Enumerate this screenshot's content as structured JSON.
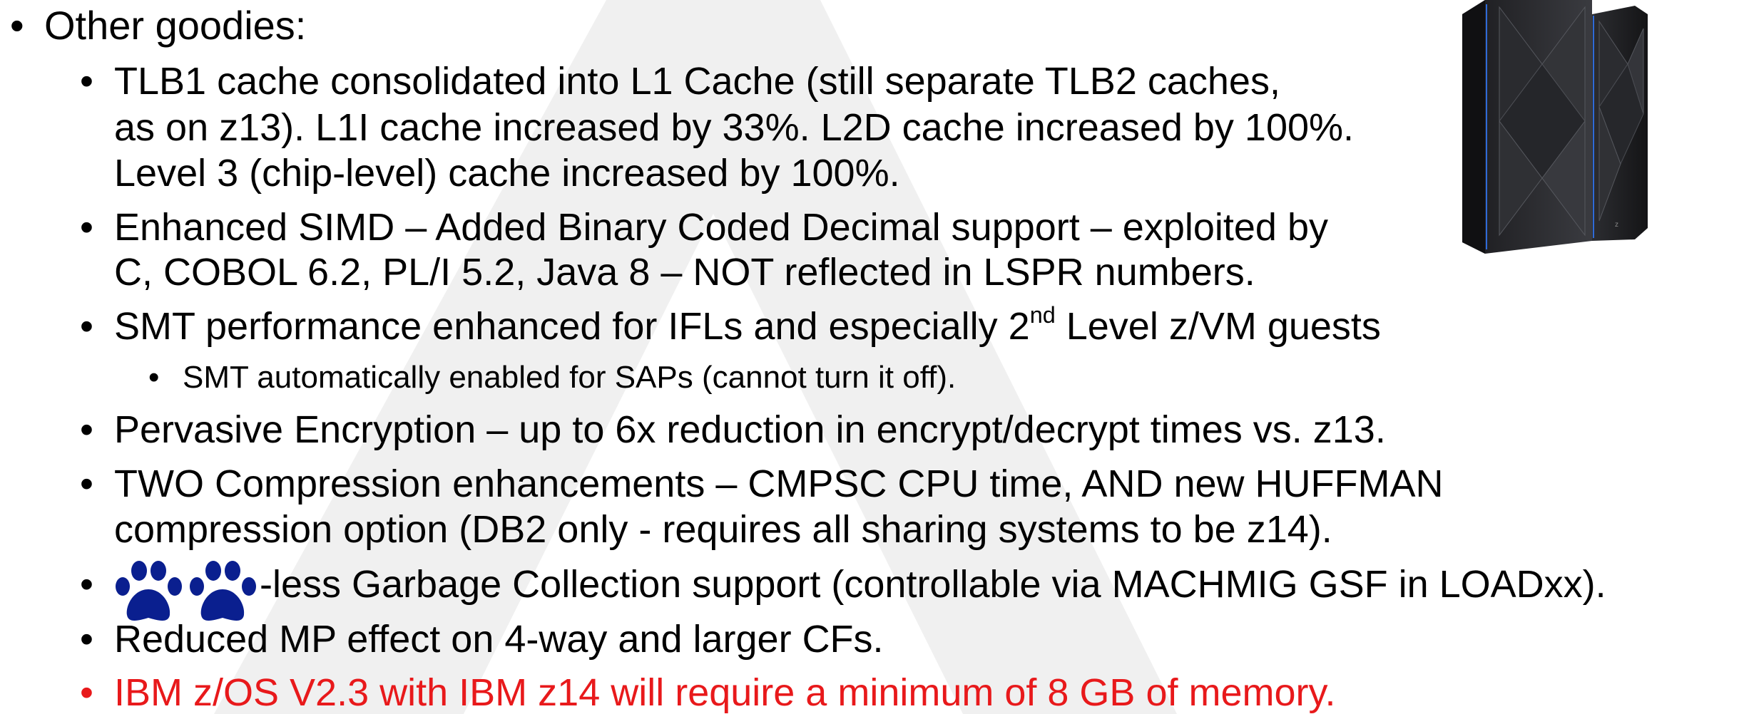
{
  "bullets": {
    "level1": "•",
    "level2": "•",
    "level3": "•"
  },
  "heading": "Other goodies:",
  "items": {
    "tlb": {
      "line1": "TLB1 cache consolidated into L1 Cache (still separate TLB2 caches,",
      "line2": "as on z13). L1I cache increased by 33%. L2D cache increased by 100%.",
      "line3": "Level 3 (chip-level) cache increased by 100%."
    },
    "simd": {
      "line1": "Enhanced SIMD – Added Binary Coded Decimal support – exploited by",
      "line2": "C, COBOL 6.2, PL/I 5.2, Java 8 – NOT reflected in LSPR numbers."
    },
    "smt": {
      "before": "SMT performance enhanced  for IFLs and especially 2",
      "sup": "nd",
      "after": " Level z/VM guests",
      "sub": "SMT automatically enabled for SAPs (cannot turn it off)."
    },
    "encryption": "Pervasive Encryption – up to 6x reduction in encrypt/decrypt times vs. z13.",
    "compression": {
      "line1": "TWO Compression enhancements – CMPSC CPU time, AND new HUFFMAN",
      "line2": "compression option (DB2 only - requires all sharing systems to be z14)."
    },
    "garbage": "-less Garbage Collection support (controllable via MACHMIG GSF in LOADxx).",
    "mp": "Reduced MP effect on 4-way and larger CFs.",
    "memory": "IBM z/OS V2.3 with IBM z14 will require a minimum of 8 GB of memory."
  },
  "icons": {
    "paws": "paw-print-icon",
    "server": "mainframe-server-image"
  },
  "colors": {
    "text": "#000000",
    "highlight": "#e8191b",
    "paw": "#0a1f8f",
    "watermark": "#ececec"
  }
}
